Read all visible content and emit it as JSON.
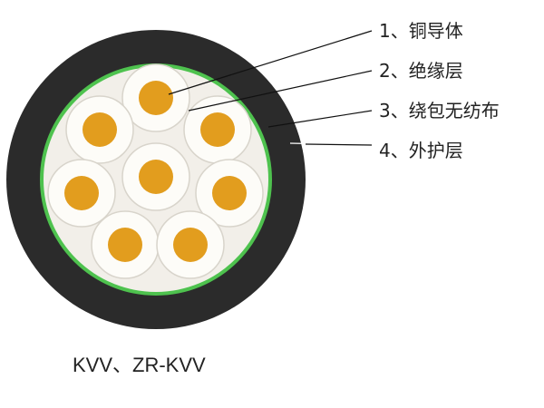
{
  "labels": [
    "1、铜导体",
    "2、绝缘层",
    "3、绕包无纺布",
    "4、外护层"
  ],
  "caption": "KVV、ZR-KVV",
  "colors": {
    "sheath": "#2b2b2b",
    "tape": "#4ec24e",
    "filler": "#f2efe9",
    "insulation": "#fdfcf8",
    "insulation_edge": "#d8d4cb",
    "conductor": "#e29d1e",
    "leader": "#111111"
  },
  "cores_count": 8
}
